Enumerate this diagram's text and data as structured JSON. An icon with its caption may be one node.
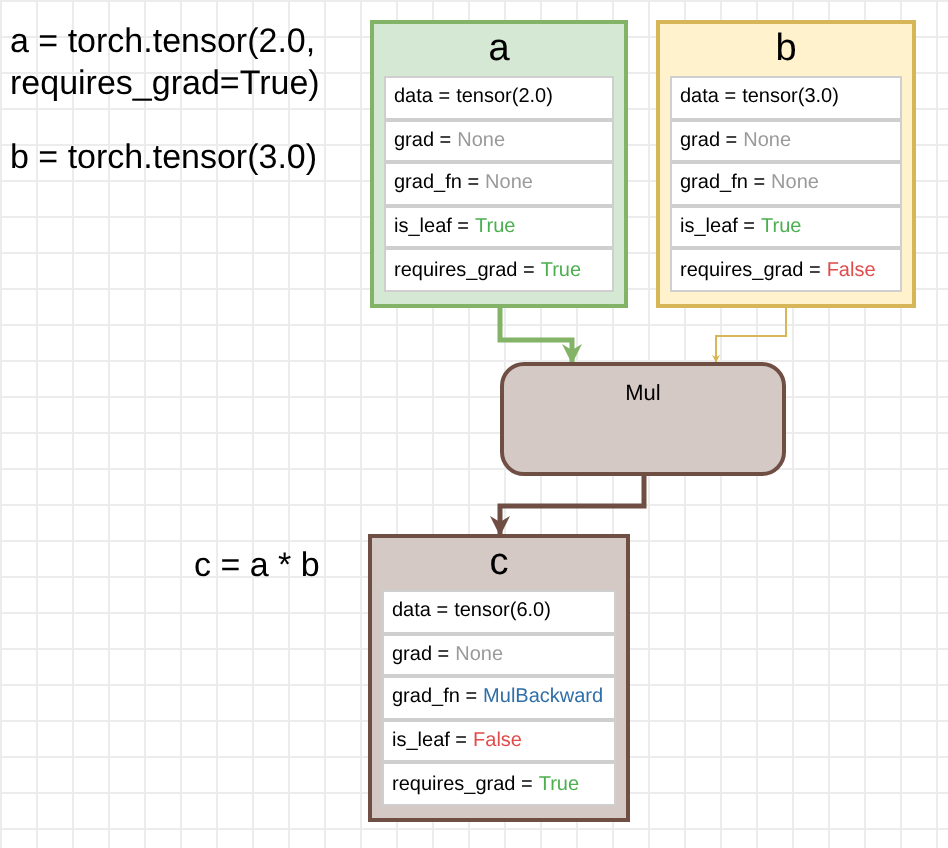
{
  "diagram": {
    "nodes": [
      {
        "text": [
          "a"
        ]
      },
      {
        "text": [
          "data =",
          "tensor(2.0)"
        ],
        "in": 0
      },
      {
        "text": [
          "grad =",
          "None"
        ],
        "in": 0
      },
      {
        "text": [
          "grad_fn =",
          "None"
        ],
        "in": 0
      },
      {
        "text": [
          "is_leaf =",
          "True"
        ],
        "in": 0
      },
      {
        "text": [
          "requires_grad =",
          "True"
        ],
        "in": 0
      },
      {
        "text": [
          "b"
        ]
      },
      {
        "text": [
          "data =",
          "tensor(3.0)"
        ],
        "in": 6
      },
      {
        "text": [
          "grad =",
          "None"
        ],
        "in": 6
      },
      {
        "text": [
          "grad_fn =",
          "None"
        ],
        "in": 6
      },
      {
        "text": [
          "is_leaf =",
          "True"
        ],
        "in": 6
      },
      {
        "text": [
          "requires_grad =",
          "False"
        ],
        "in": 6
      },
      {
        "text": [
          "Mul"
        ]
      },
      {
        "text": [
          "c"
        ]
      },
      {
        "text": [
          "data =",
          "tensor(6.0)"
        ],
        "in": 13
      },
      {
        "text": [
          "grad =",
          "None"
        ],
        "in": 13
      },
      {
        "text": [
          "grad_fn =",
          "MulBackward"
        ],
        "in": 13
      },
      {
        "text": [
          "is_leaf =",
          "False"
        ],
        "in": 13
      },
      {
        "text": [
          "requires_grad =",
          "True"
        ],
        "in": 13
      }
    ],
    "edges": [
      {
        "from": 0,
        "to": 12,
        "arrow": "to",
        "color": "#82b366"
      },
      {
        "from": 6,
        "to": 12,
        "arrow": "to",
        "color": "#d6b656"
      },
      {
        "from": 12,
        "to": 13,
        "arrow": "to",
        "color": "#6f4f44"
      }
    ],
    "labels": [
      "a = torch.tensor(2.0, requires_grad=True)",
      "b = torch.tensor(3.0)",
      "c = a * b"
    ]
  }
}
